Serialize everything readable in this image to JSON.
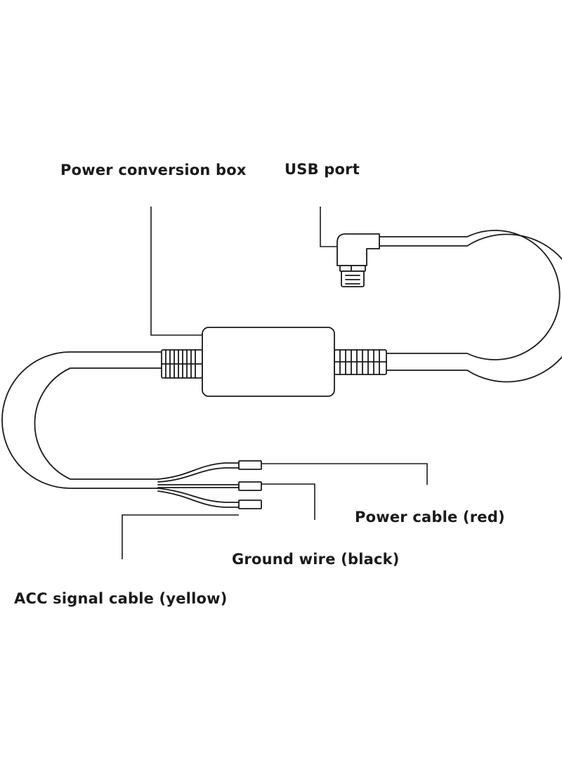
{
  "labels": {
    "power_box": "Power conversion box",
    "usb_port": "USB port",
    "power_cable": "Power cable (red)",
    "ground_wire": "Ground wire (black)",
    "acc_cable": "ACC signal cable (yellow)"
  },
  "colors": {
    "ink": "#1a1a1a",
    "background": "#ffffff"
  }
}
